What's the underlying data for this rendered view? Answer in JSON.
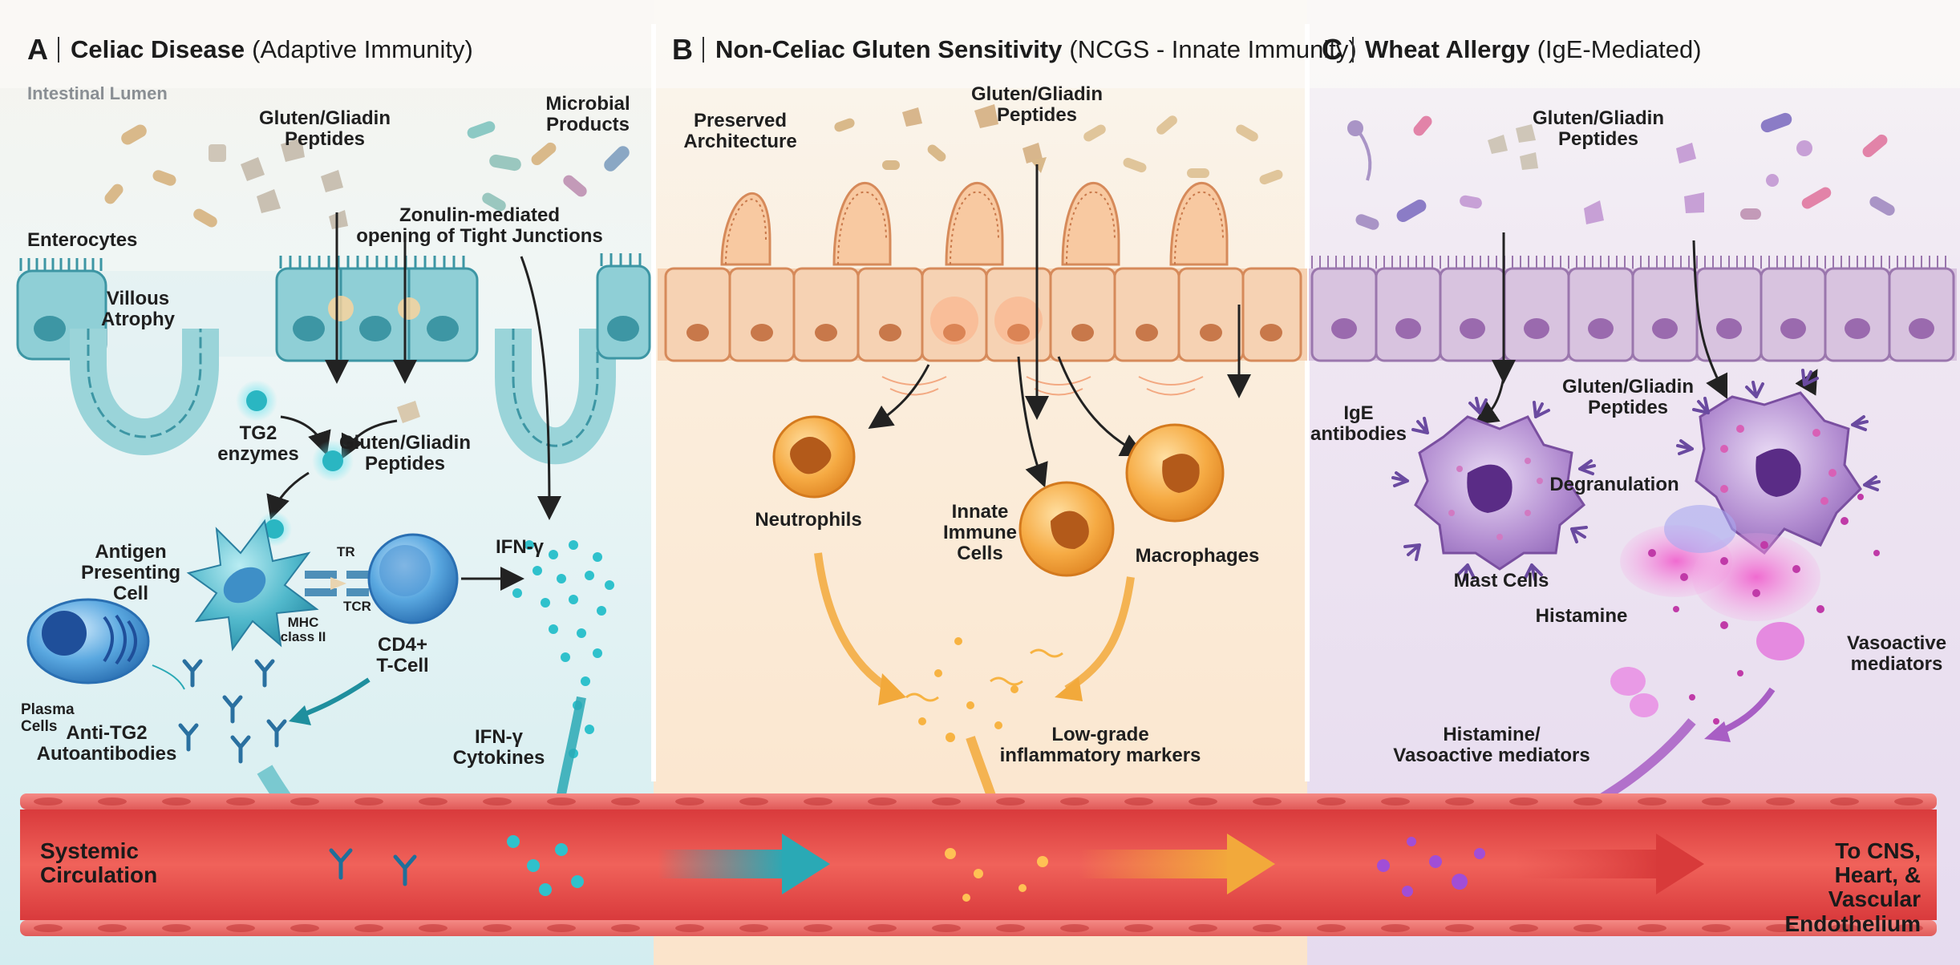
{
  "panels": {
    "a": {
      "letter": "A",
      "title": "Celiac Disease",
      "subtitle": "(Adaptive Immunity)",
      "labels": {
        "lumen": "Intestinal Lumen",
        "gluten_top": "Gluten/Gliadin\nPeptides",
        "microbial": "Microbial\nProducts",
        "zonulin": "Zonulin-mediated\nopening of Tight Junctions",
        "enterocytes": "Enterocytes",
        "villous": "Villous\nAtrophy",
        "tg2": "TG2\nenzymes",
        "gluten_mid": "Gluten/Gliadin\nPeptides",
        "apc": "Antigen\nPresenting\nCell",
        "tr": "TR",
        "tcr": "TCR",
        "mhc": "MHC\nclass II",
        "cd4": "CD4+\nT-Cell",
        "ifn": "IFN-γ",
        "plasma": "Plasma\nCells",
        "anti_tg2": "Anti-TG2\nAutoantibodies",
        "ifn_cyto": "IFN-γ\nCytokines",
        "systemic": "Systemic\nCirculation"
      }
    },
    "b": {
      "letter": "B",
      "title": "Non-Celiac Gluten Sensitivity",
      "subtitle": "(NCGS - Innate Immunity)",
      "labels": {
        "gluten": "Gluten/Gliadin\nPeptides",
        "preserved": "Preserved\nArchitecture",
        "neutrophils": "Neutrophils",
        "innate": "Innate\nImmune\nCells",
        "macrophages": "Macrophages",
        "lowgrade": "Low-grade\ninflammatory markers"
      }
    },
    "c": {
      "letter": "C",
      "title": "Wheat Allergy",
      "subtitle": "(IgE-Mediated)",
      "labels": {
        "gluten_top": "Gluten/Gliadin\nPeptides",
        "ige": "IgE\nantibodies",
        "gluten_mid": "Gluten/Gliadin\nPeptides",
        "degranulation": "Degranulation",
        "mast": "Mast Cells",
        "histamine": "Histamine",
        "vasoactive": "Vasoactive\nmediators",
        "hist_vaso": "Histamine/\nVasoactive mediators",
        "destination": "To CNS, Heart, &\nVascular Endothelium"
      }
    }
  },
  "colors": {
    "teal": "#2aa9b5",
    "orange": "#f2a93b",
    "purple": "#8a57b8",
    "vessel": "#e24a48",
    "lumen_a": "#dff1f3",
    "lumen_b": "#fbe9d6",
    "lumen_c": "#ece2f1"
  }
}
